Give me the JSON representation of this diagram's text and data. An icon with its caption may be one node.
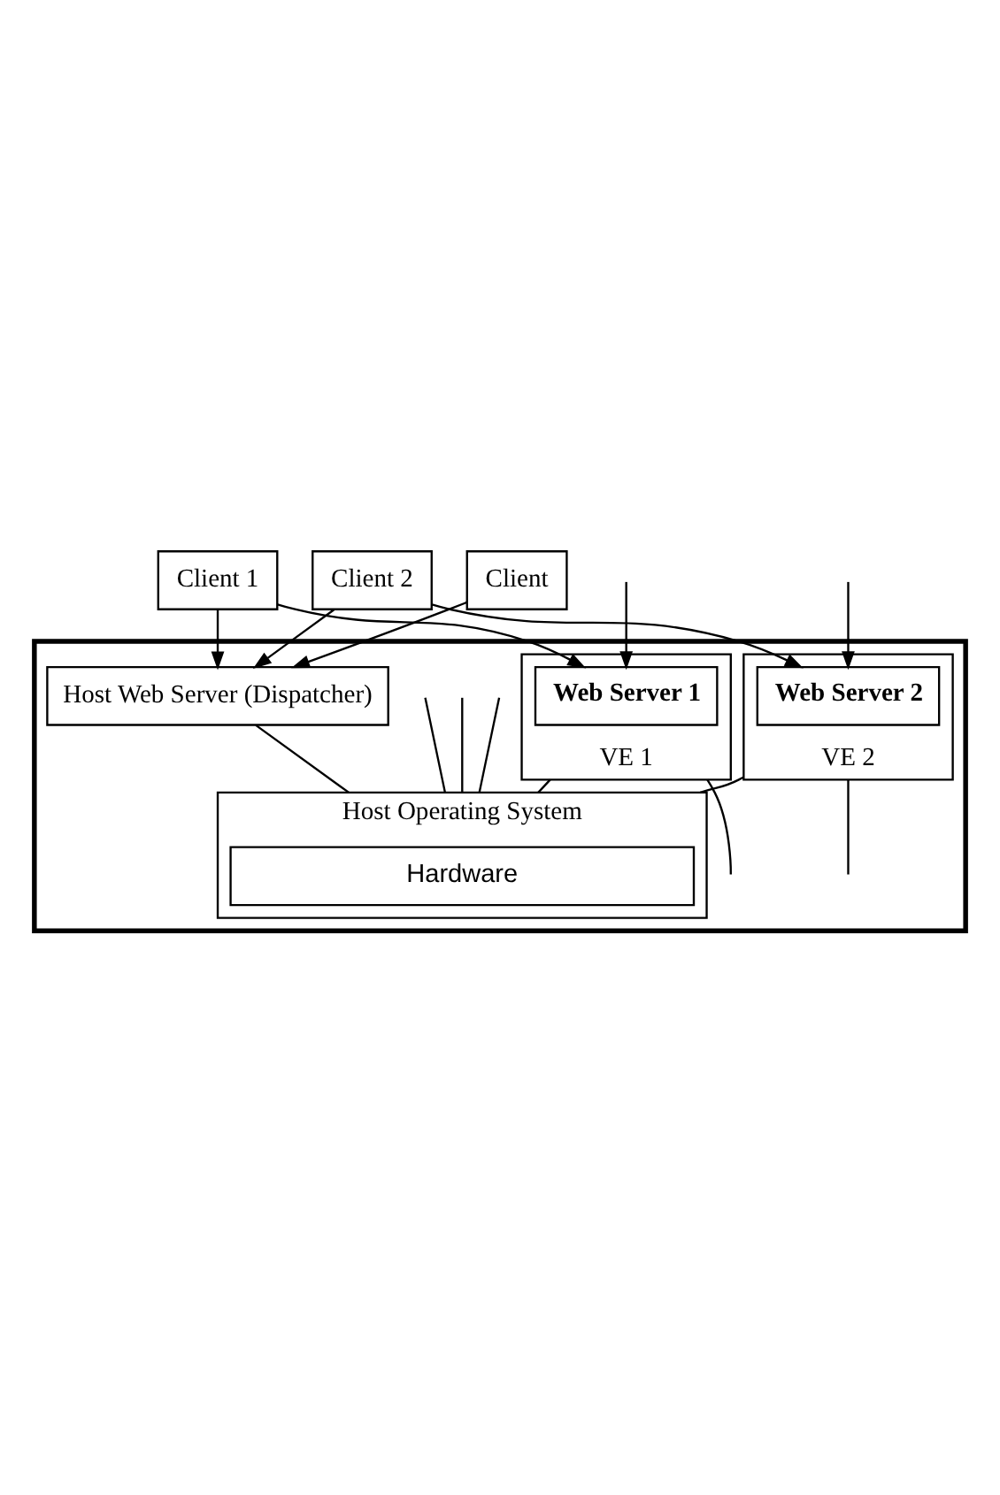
{
  "diagram": {
    "nodes": [
      {
        "text": [
          "Client 1"
        ]
      },
      {
        "text": [
          "Client 2"
        ]
      },
      {
        "text": [
          "Client"
        ]
      },
      {
        "text": [],
        "shape": "box"
      },
      {
        "text": [
          "Host Web Server (Dispatcher)"
        ],
        "in": 3
      },
      {
        "text": [
          "VE 1"
        ],
        "in": 3
      },
      {
        "text": [
          "Web Server 1"
        ],
        "in": 5
      },
      {
        "text": [
          "VE 2"
        ],
        "in": 3
      },
      {
        "text": [
          "Web Server 2"
        ],
        "in": 7
      },
      {
        "text": [
          "Host Operating System"
        ],
        "in": 3
      },
      {
        "text": [
          "Hardware"
        ],
        "in": 9
      }
    ],
    "edges": [
      {
        "from": 0,
        "to": 4,
        "arrow": "to"
      },
      {
        "from": 0,
        "to": 6,
        "arrow": "to"
      },
      {
        "from": 1,
        "to": 4,
        "arrow": "to"
      },
      {
        "from": 1,
        "to": 8,
        "arrow": "to"
      },
      {
        "from": 2,
        "to": 4,
        "arrow": "to"
      },
      {
        "from": null,
        "to": 6,
        "arrow": "to"
      },
      {
        "from": null,
        "to": 8,
        "arrow": "to"
      },
      {
        "from": 4,
        "to": 9,
        "arrow": "none"
      },
      {
        "from": 5,
        "to": 9,
        "arrow": "none"
      },
      {
        "from": 5,
        "to": null,
        "arrow": "none"
      },
      {
        "from": 7,
        "to": 9,
        "arrow": "none"
      },
      {
        "from": 7,
        "to": null,
        "arrow": "none"
      },
      {
        "from": null,
        "to": 9,
        "arrow": "none"
      },
      {
        "from": null,
        "to": 9,
        "arrow": "none"
      },
      {
        "from": null,
        "to": 9,
        "arrow": "none"
      }
    ]
  }
}
